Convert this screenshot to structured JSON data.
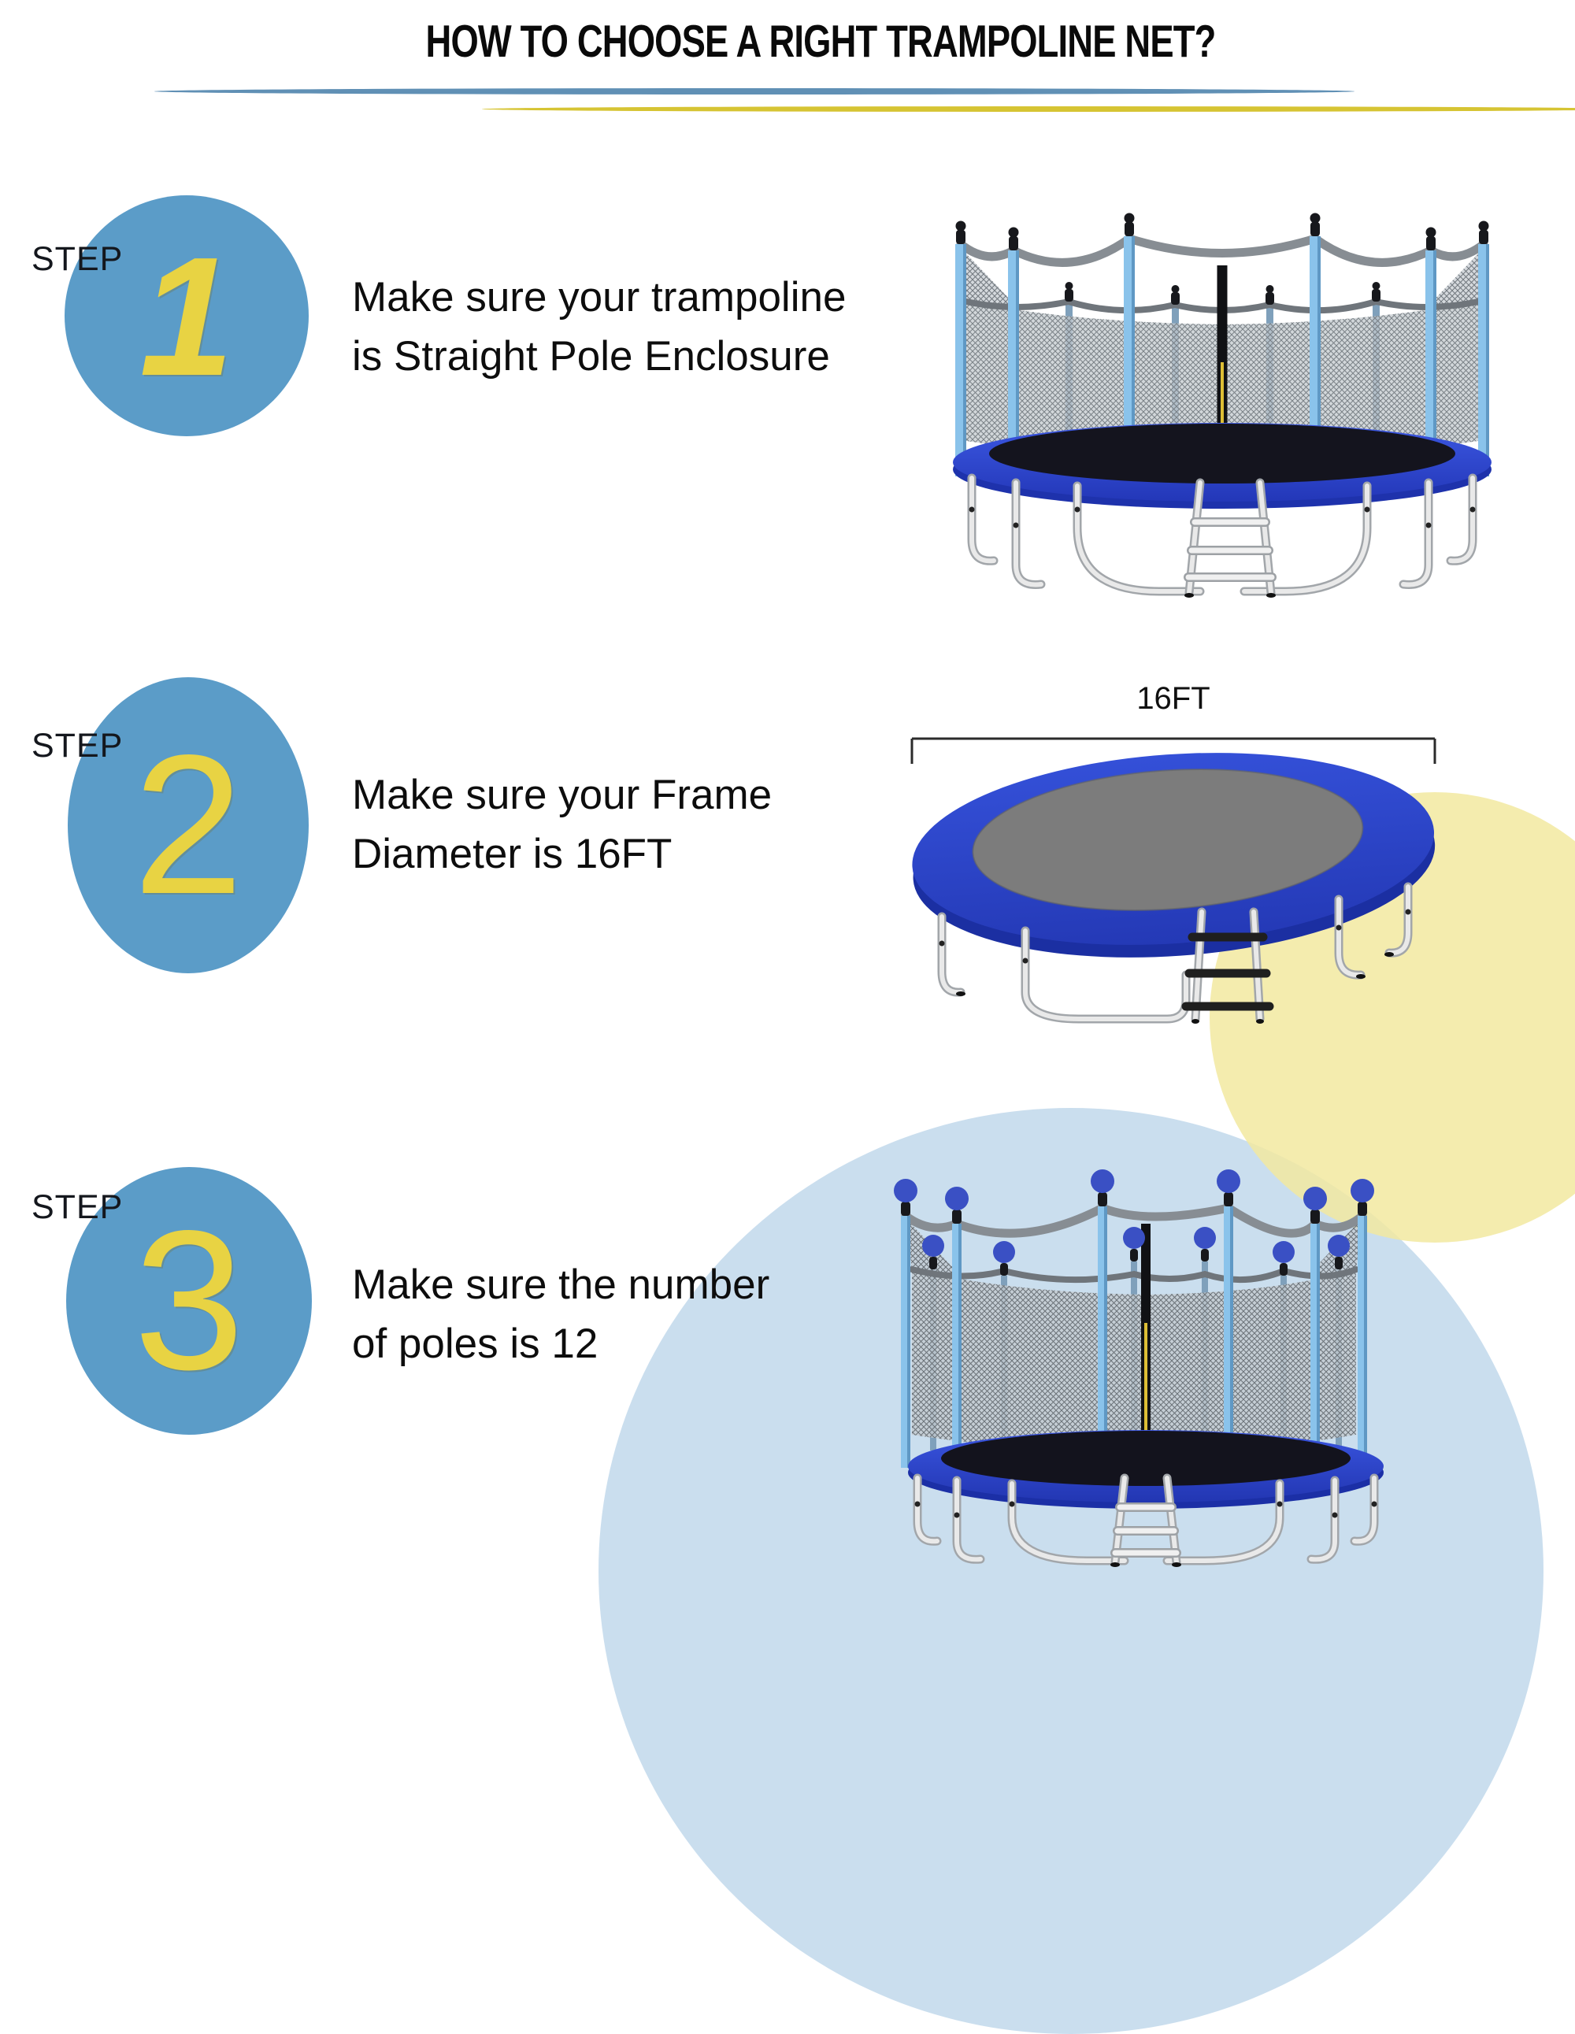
{
  "title": "HOW TO CHOOSE A RIGHT TRAMPOLINE NET?",
  "steps": [
    {
      "label": "STEP",
      "number": "1",
      "line1": "Make sure your trampoline",
      "line2": "is Straight Pole Enclosure"
    },
    {
      "label": "STEP",
      "number": "2",
      "line1": "Make sure your Frame",
      "line2": "Diameter is 16FT",
      "dimension_label": "16FT"
    },
    {
      "label": "STEP",
      "number": "3",
      "line1": "Make sure the number",
      "line2": "of poles is 12"
    }
  ],
  "colors": {
    "step_circle_blue": "#5b9cc8",
    "step_number_yellow": "#e8d343",
    "divider_blue": "#6090b5",
    "divider_yellow": "#d6c433",
    "background_circle_blue": "#cadeee",
    "background_circle_yellow": "#f2e9a0",
    "trampoline_pad_blue": "#2c46cc",
    "trampoline_pole_blue": "#8ac3eb",
    "pole_marker_blue": "#3a50c4"
  }
}
